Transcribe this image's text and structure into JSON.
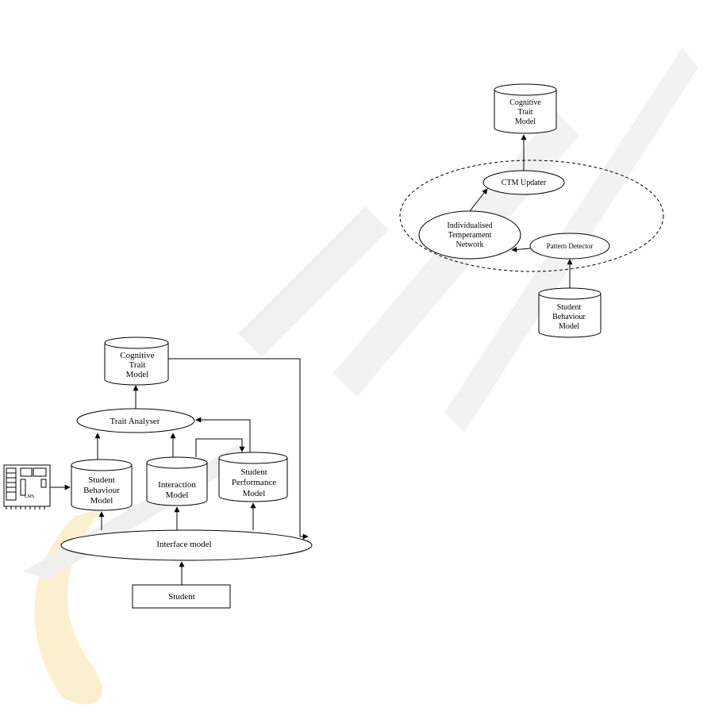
{
  "diagram_left": {
    "cognitive_trait_model": {
      "line1": "Cognitive",
      "line2": "Trait",
      "line3": "Model"
    },
    "trait_analyser": "Trait Analyser",
    "student_behaviour_model": {
      "line1": "Student",
      "line2": "Behaviour",
      "line3": "Model"
    },
    "interaction_model": {
      "line1": "Interaction",
      "line2": "Model"
    },
    "student_performance_model": {
      "line1": "Student",
      "line2": "Performance",
      "line3": "Model"
    },
    "interface_model": "Interface model",
    "student": "Student",
    "lms_label": "LMS"
  },
  "diagram_right": {
    "cognitive_trait_model": {
      "line1": "Cognitive",
      "line2": "Trait",
      "line3": "Model"
    },
    "ctm_updater": "CTM Updater",
    "itn": {
      "line1": "Individualised",
      "line2": "Temperament",
      "line3": "Network"
    },
    "pattern_detector": "Pattern Detector",
    "student_behaviour_model": {
      "line1": "Student",
      "line2": "Behaviour",
      "line3": "Model"
    }
  },
  "colors": {
    "stroke": "#000000",
    "watermark": "#e6e6e6",
    "logo_swoosh": "#f6e6b0"
  }
}
